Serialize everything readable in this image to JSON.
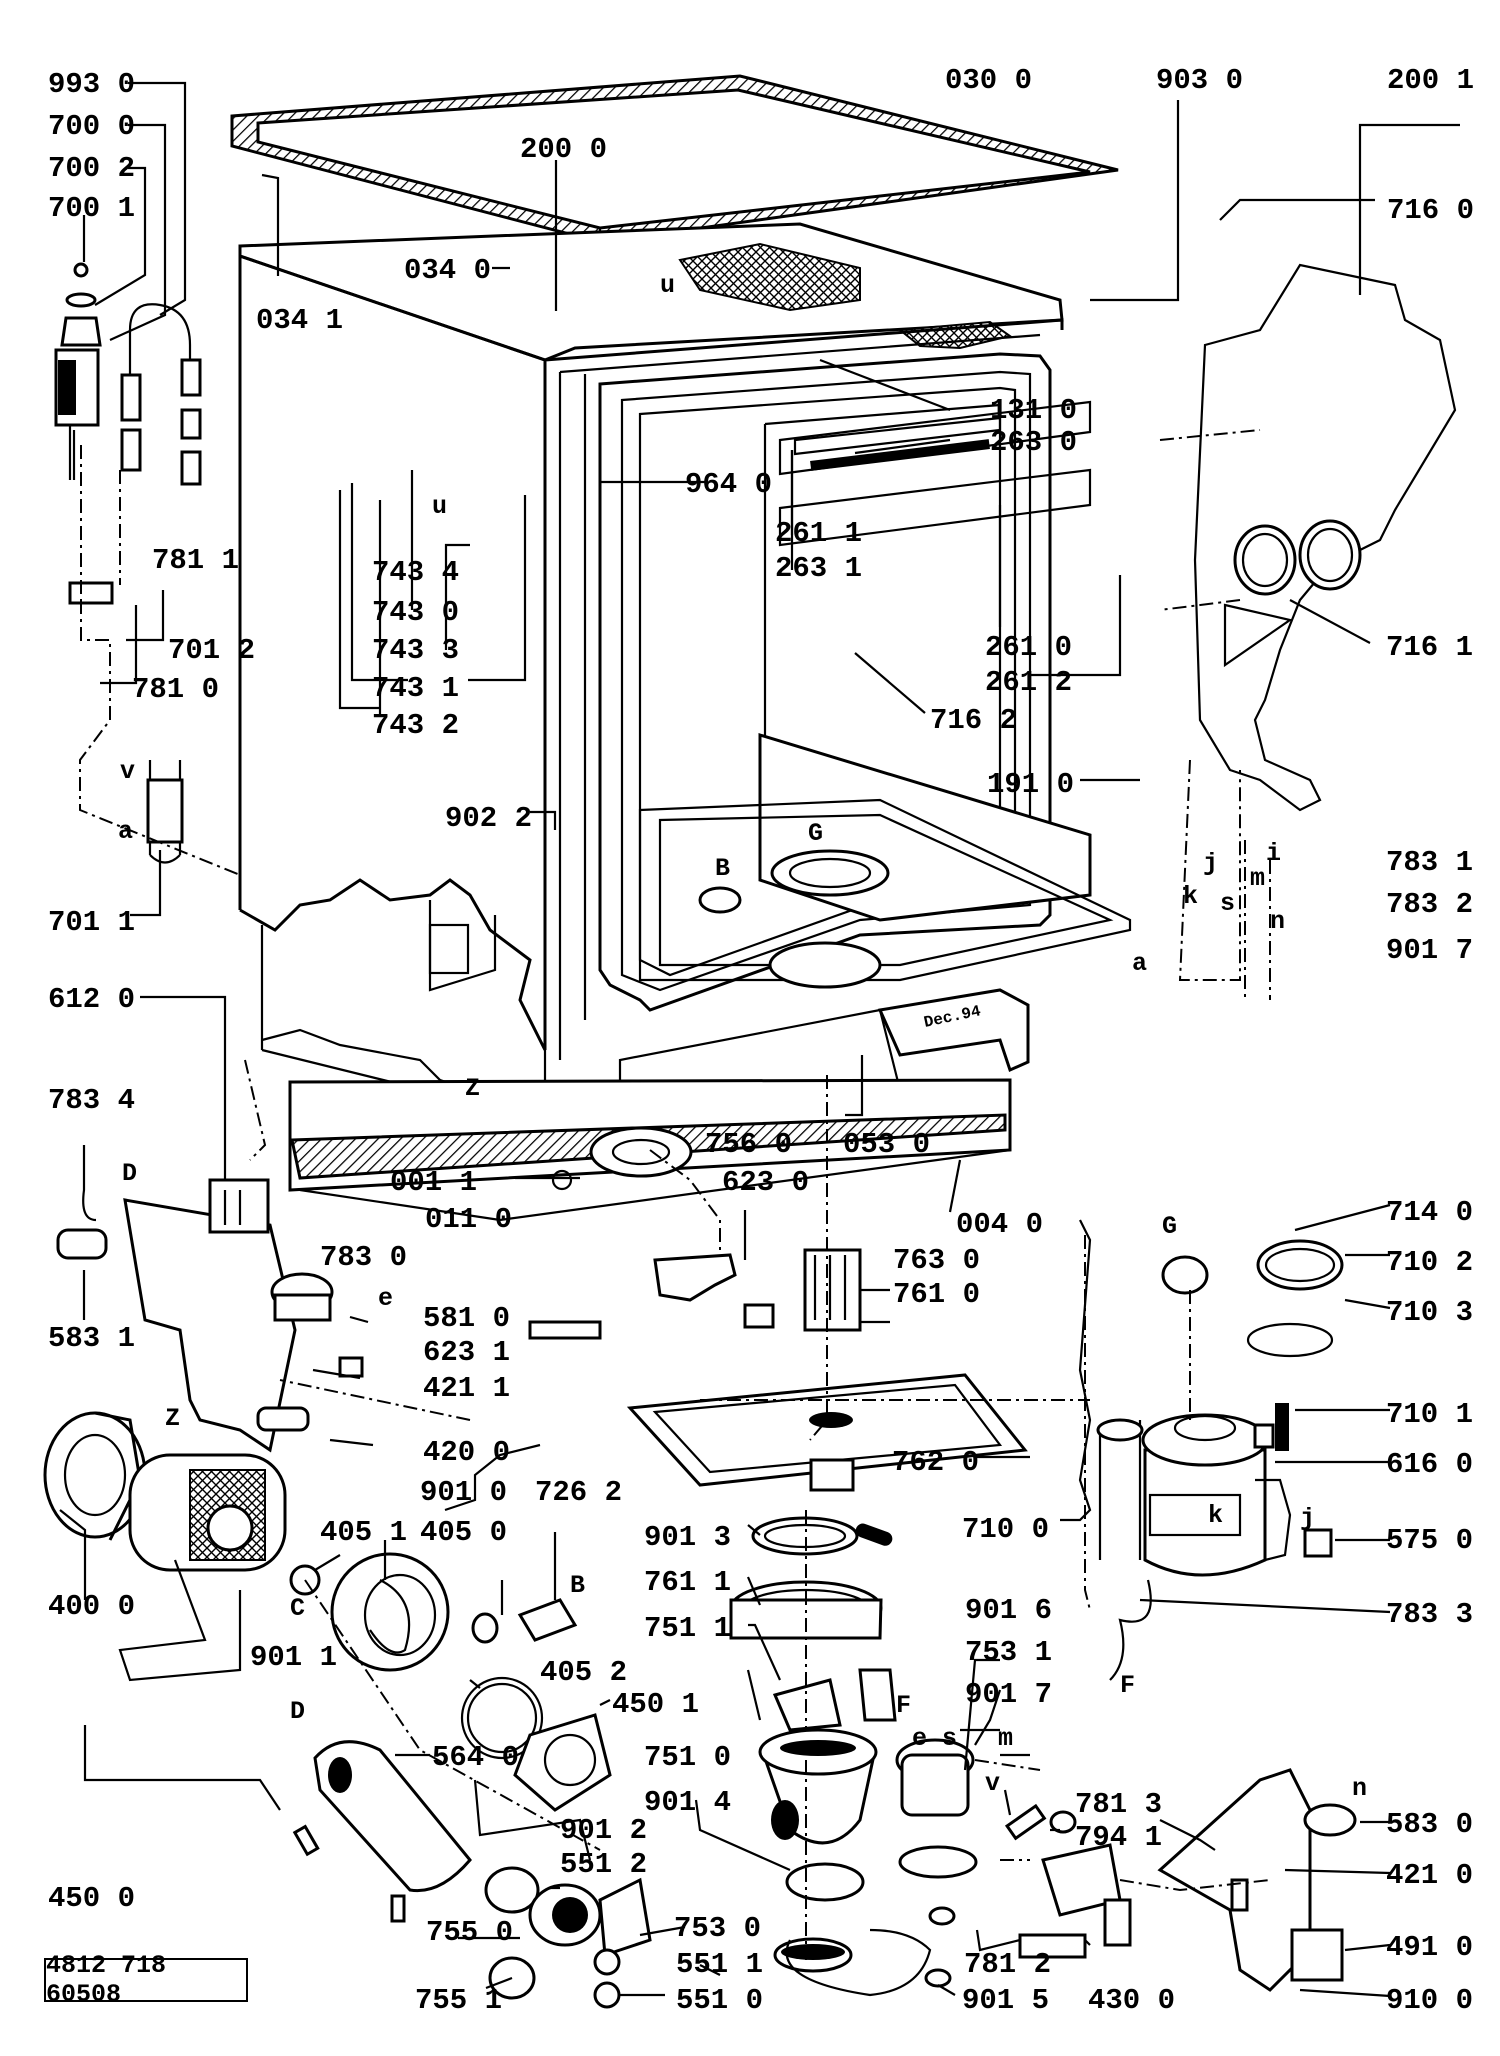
{
  "document_number": "4812 718 60508",
  "stamp_text": "Dec.94",
  "callouts": {
    "c993_0": "993 0",
    "c700_0": "700 0",
    "c700_2": "700 2",
    "c700_1": "700 1",
    "c030_0": "030 0",
    "c903_0": "903 0",
    "c200_1": "200 1",
    "c200_0": "200 0",
    "c716_0": "716 0",
    "c034_0": "034 0",
    "c034_1": "034 1",
    "c131_0": "131 0",
    "c263_0": "263 0",
    "c964_0": "964 0",
    "c261_1": "261 1",
    "c263_1": "263 1",
    "c781_1": "781 1",
    "c743_4": "743 4",
    "c743_0": "743 0",
    "c743_3": "743 3",
    "c743_1": "743 1",
    "c743_2": "743 2",
    "c701_2": "701 2",
    "c781_0": "781 0",
    "c261_0": "261 0",
    "c261_2": "261 2",
    "c716_2": "716 2",
    "c716_1": "716 1",
    "c191_0": "191 0",
    "c902_2": "902 2",
    "c701_1": "701 1",
    "c783_1": "783 1",
    "c783_2": "783 2",
    "c901_7a": "901 7",
    "c612_0": "612 0",
    "c783_4": "783 4",
    "c756_0": "756 0",
    "c053_0": "053 0",
    "c623_0": "623 0",
    "c001_1": "001 1",
    "c011_0": "011 0",
    "c004_0": "004 0",
    "c714_0": "714 0",
    "c763_0": "763 0",
    "c710_2": "710 2",
    "c783_0": "783 0",
    "c761_0": "761 0",
    "c583_1": "583 1",
    "c581_0": "581 0",
    "c710_3": "710 3",
    "c623_1": "623 1",
    "c421_1": "421 1",
    "c710_1": "710 1",
    "c420_0": "420 0",
    "c762_0": "762 0",
    "c616_0": "616 0",
    "c901_0": "901 0",
    "c726_2": "726 2",
    "c405_1": "405 1",
    "c405_0": "405 0",
    "c901_3": "901 3",
    "c710_0": "710 0",
    "c575_0": "575 0",
    "c400_0": "400 0",
    "c761_1": "761 1",
    "c783_3": "783 3",
    "c751_1": "751 1",
    "c901_6": "901 6",
    "c753_1": "753 1",
    "c901_1": "901 1",
    "c405_2": "405 2",
    "c450_1": "450 1",
    "c901_7b": "901 7",
    "c564_0": "564 0",
    "c751_0": "751 0",
    "c450_0": "450 0",
    "c901_4": "901 4",
    "c781_3": "781 3",
    "c583_0": "583 0",
    "c901_2": "901 2",
    "c794_1": "794 1",
    "c551_2": "551 2",
    "c421_0": "421 0",
    "c755_0": "755 0",
    "c753_0": "753 0",
    "c491_0": "491 0",
    "c781_2": "781 2",
    "c551_1": "551 1",
    "c755_1": "755 1",
    "c551_0": "551 0",
    "c901_5": "901 5",
    "c430_0": "430 0",
    "c910_0": "910 0"
  },
  "connection_letters": {
    "u1": "u",
    "u2": "u",
    "v1": "v",
    "a1": "a",
    "a2": "a",
    "B1": "B",
    "B2": "B",
    "G1": "G",
    "G2": "G",
    "j1": "j",
    "j2": "j",
    "k1": "k",
    "k2": "k",
    "s1": "s",
    "s2": "s",
    "m1": "m",
    "m2": "m",
    "n1": "n",
    "n2": "n",
    "i1": "i",
    "Z1": "Z",
    "Z2": "Z",
    "D1": "D",
    "D2": "D",
    "e1": "e",
    "e2": "e",
    "C1": "C",
    "F1": "F",
    "F2": "F",
    "v2": "v"
  }
}
